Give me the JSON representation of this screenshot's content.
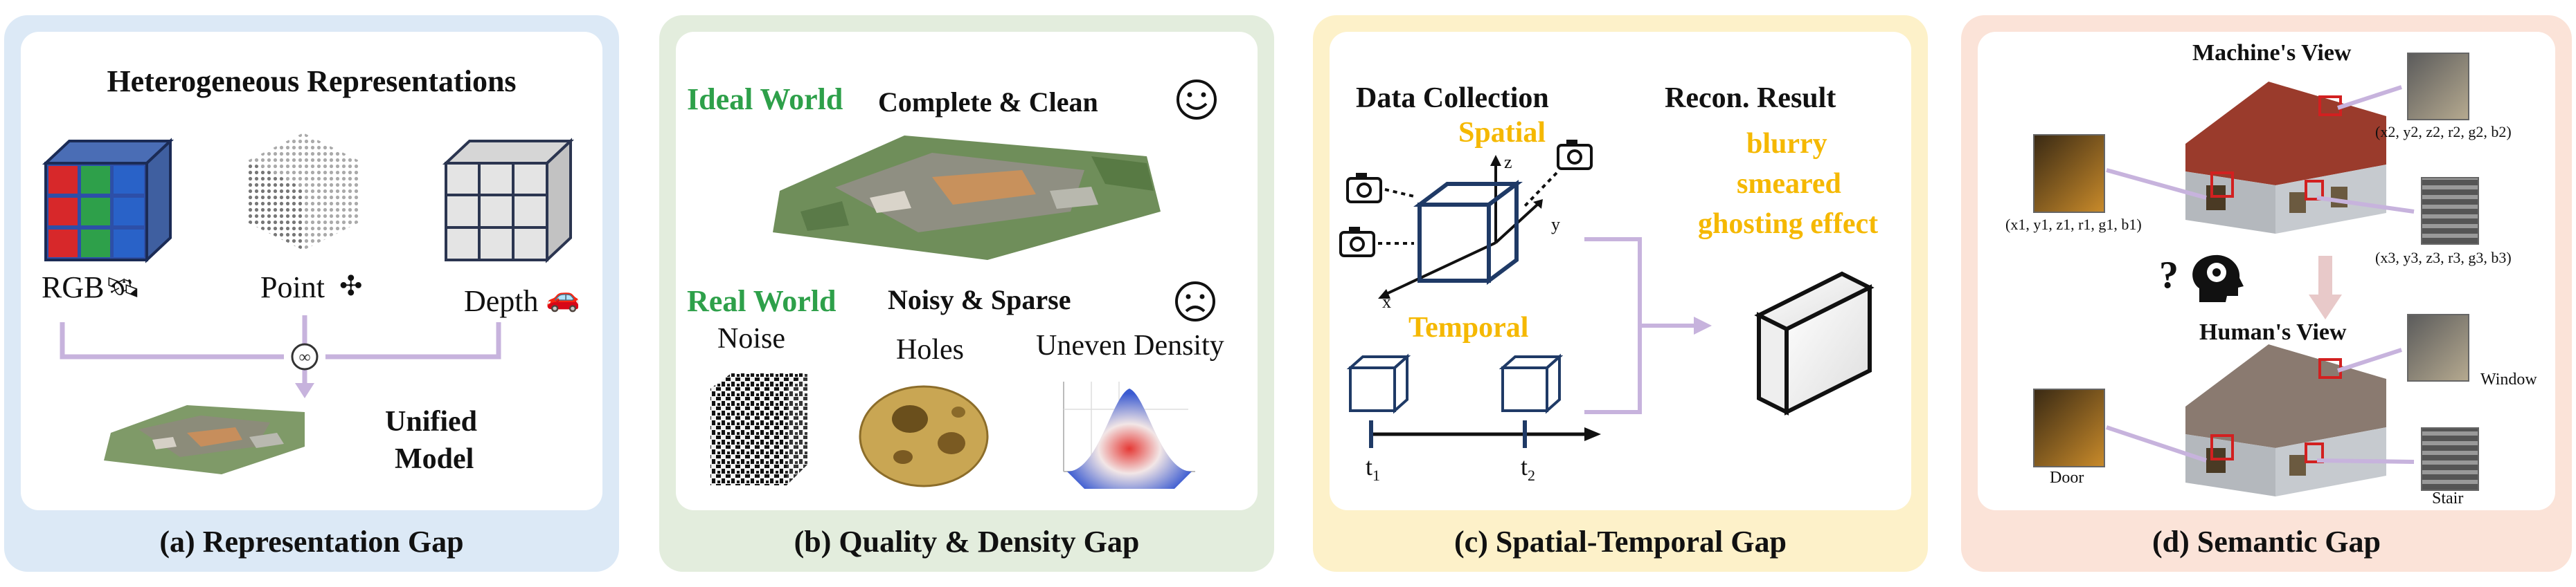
{
  "panels": {
    "a": {
      "caption": "(a) Representation Gap",
      "title": "Heterogeneous Representations",
      "rgb_label": "RGB",
      "point_label": "Point",
      "depth_label": "Depth",
      "unified_line1": "Unified",
      "unified_line2": "Model",
      "colors": {
        "border": "#dce9f6",
        "arrow": "#c7b3dd"
      }
    },
    "b": {
      "caption": "(b) Quality & Density Gap",
      "ideal_world": "Ideal World",
      "complete_clean": "Complete & Clean",
      "real_world": "Real World",
      "noisy_sparse": "Noisy & Sparse",
      "noise": "Noise",
      "holes": "Holes",
      "uneven_density": "Uneven Density",
      "colors": {
        "border": "#e3eddd",
        "green": "#2ea04a"
      }
    },
    "c": {
      "caption": "(c) Spatial-Temporal Gap",
      "data_collection": "Data Collection",
      "recon_result": "Recon. Result",
      "spatial": "Spatial",
      "temporal": "Temporal",
      "blurry": "blurry",
      "smeared": "smeared",
      "ghosting": "ghosting effect",
      "axis_x": "x",
      "axis_y": "y",
      "axis_z": "z",
      "t1": "t",
      "t1_sub": "1",
      "t2": "t",
      "t2_sub": "2",
      "colors": {
        "border": "#fdf1c9",
        "yellow": "#f5b800",
        "blue": "#1f3a66"
      }
    },
    "d": {
      "caption": "(d) Semantic Gap",
      "machines_view": "Machine's View",
      "humans_view": "Human's View",
      "coord_1": "(x1, y1, z1, r1, g1, b1)",
      "coord_2": "(x2, y2, z2, r2, g2, b2)",
      "coord_3": "(x3, y3, z3, r3, g3, b3)",
      "window": "Window",
      "door": "Door",
      "stair": "Stair",
      "question": "?",
      "colors": {
        "border": "#fbe3d8",
        "arrow": "#c7b3dd",
        "red": "#d22020"
      }
    }
  }
}
